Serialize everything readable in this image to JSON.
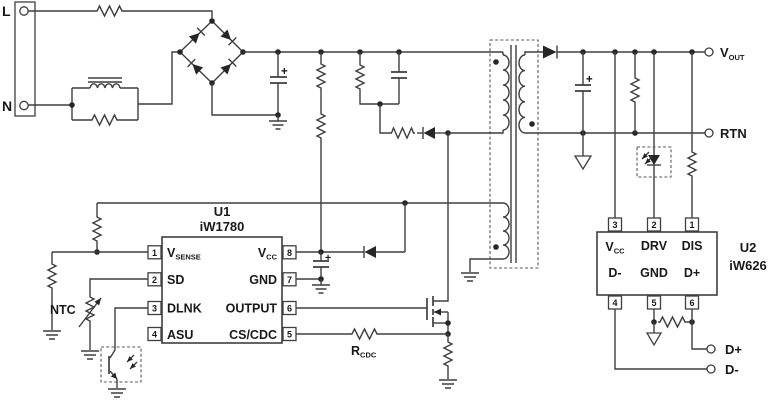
{
  "colors": {
    "wire": "#3f3f3f",
    "text": "#191919",
    "background": "#ffffff"
  },
  "io": {
    "l": "L",
    "n": "N",
    "vout_main": "V",
    "vout_sub": "OUT",
    "rtn": "RTN",
    "dplus": "D+",
    "dminus": "D-"
  },
  "u1": {
    "ref": "U1",
    "part": "iW1780",
    "pin_numbers": {
      "p1": "1",
      "p2": "2",
      "p3": "3",
      "p4": "4",
      "p5": "5",
      "p6": "6",
      "p7": "7",
      "p8": "8"
    },
    "pins": {
      "vsense_main": "V",
      "vsense_sub": "SENSE",
      "sd": "SD",
      "dlnk": "DLNK",
      "asu": "ASU",
      "cscdc": "CS/CDC",
      "output": "OUTPUT",
      "gnd": "GND",
      "vcc_main": "V",
      "vcc_sub": "CC"
    }
  },
  "u2": {
    "ref": "U2",
    "part": "iW626",
    "pin_numbers": {
      "p1": "1",
      "p2": "2",
      "p3": "3",
      "p4": "4",
      "p5": "5",
      "p6": "6"
    },
    "pins": {
      "vcc_main": "V",
      "vcc_sub": "CC",
      "drv": "DRV",
      "dis": "DIS",
      "dminus": "D-",
      "gnd": "GND",
      "dplus": "D+"
    }
  },
  "parts": {
    "ntc": "NTC",
    "rcdc_main": "R",
    "rcdc_sub": "CDC",
    "plus": "+"
  }
}
